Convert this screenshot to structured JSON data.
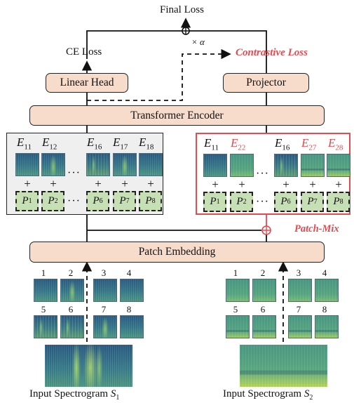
{
  "final_loss": "Final Loss",
  "alpha_label": "× α",
  "ce_loss": "CE Loss",
  "contrastive_loss": "Contrastive Loss",
  "linear_head": "Linear Head",
  "projector": "Projector",
  "transformer_encoder": "Transformer Encoder",
  "patch_mix": "Patch-Mix",
  "patch_embedding": "Patch Embedding",
  "dots": "···",
  "plus": "+",
  "left_panel": {
    "embeddings": [
      {
        "base": "E",
        "sub": "11"
      },
      {
        "base": "E",
        "sub": "12"
      },
      {
        "base": "E",
        "sub": "16"
      },
      {
        "base": "E",
        "sub": "17"
      },
      {
        "base": "E",
        "sub": "18"
      }
    ],
    "positions": [
      {
        "base": "P",
        "sub": "1"
      },
      {
        "base": "P",
        "sub": "2"
      },
      {
        "base": "P",
        "sub": "6"
      },
      {
        "base": "P",
        "sub": "7"
      },
      {
        "base": "P",
        "sub": "8"
      }
    ]
  },
  "right_panel": {
    "embeddings": [
      {
        "base": "E",
        "sub": "11"
      },
      {
        "base": "E",
        "sub": "22"
      },
      {
        "base": "E",
        "sub": "16"
      },
      {
        "base": "E",
        "sub": "27"
      },
      {
        "base": "E",
        "sub": "28"
      }
    ],
    "positions": [
      {
        "base": "P",
        "sub": "1"
      },
      {
        "base": "P",
        "sub": "2"
      },
      {
        "base": "P",
        "sub": "6"
      },
      {
        "base": "P",
        "sub": "7"
      },
      {
        "base": "P",
        "sub": "8"
      }
    ]
  },
  "patch_numbers": [
    "1",
    "2",
    "3",
    "4",
    "5",
    "6",
    "7",
    "8"
  ],
  "input_left": {
    "text": "Input Spectrogram ",
    "var": "S",
    "sub": "1"
  },
  "input_right": {
    "text": "Input Spectrogram ",
    "var": "S",
    "sub": "2"
  },
  "colors": {
    "box_fill": "#f8dccb",
    "highlight_red": "#e8484e",
    "position_fill": "#c7dfb4"
  }
}
